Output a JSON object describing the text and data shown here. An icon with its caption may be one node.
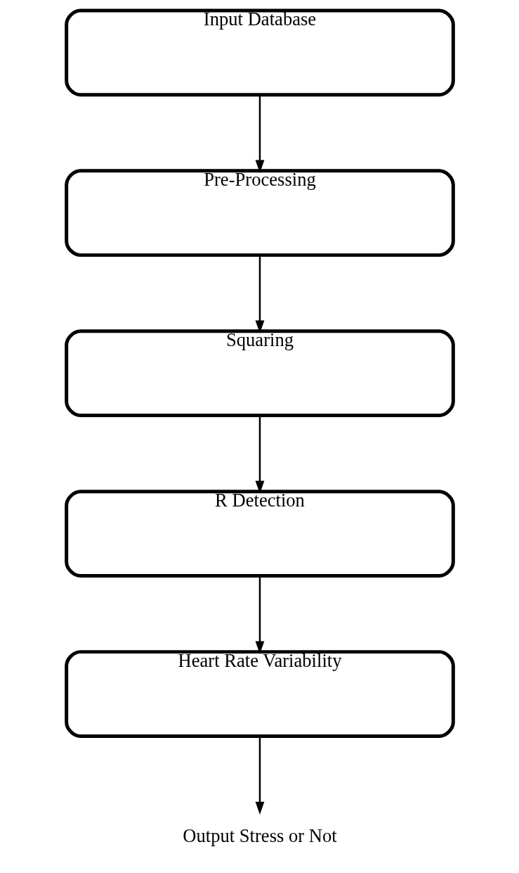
{
  "diagram": {
    "nodes": [
      {
        "text": [
          "Input Database"
        ]
      },
      {
        "text": [
          "Pre-Processing"
        ]
      },
      {
        "text": [
          "Squaring"
        ]
      },
      {
        "text": [
          "R Detection"
        ]
      },
      {
        "text": [
          "Heart Rate Variability"
        ]
      },
      {
        "text": [
          "Output Stress or Not"
        ]
      }
    ],
    "edges": [
      {
        "from": 0,
        "to": 1,
        "arrow": "to"
      },
      {
        "from": 1,
        "to": 2,
        "arrow": "to"
      },
      {
        "from": 2,
        "to": 3,
        "arrow": "to"
      },
      {
        "from": 3,
        "to": 4,
        "arrow": "to"
      },
      {
        "from": 4,
        "to": 5,
        "arrow": "to"
      }
    ]
  }
}
